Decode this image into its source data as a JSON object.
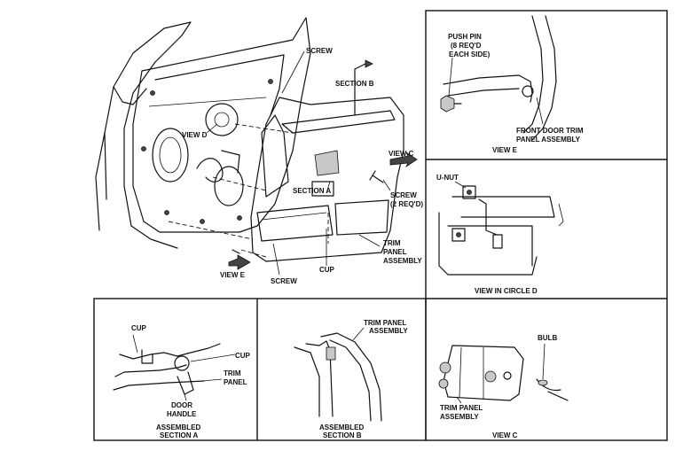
{
  "main_view": {
    "screw_top": "SCREW",
    "section_b": "SECTION B",
    "view_d": "VIEW D",
    "view_c": "VIEW C",
    "section_a": "SECTION A",
    "screw_2_line1": "SCREW",
    "screw_2_line2": "(2 REQ'D)",
    "trim_line1": "TRIM",
    "trim_line2": "PANEL",
    "trim_line3": "ASSEMBLY",
    "cup": "CUP",
    "view_e": "VIEW E",
    "screw_bottom": "SCREW"
  },
  "view_e_panel": {
    "push_pin_line1": "PUSH PIN",
    "push_pin_line2": "(8 REQ'D",
    "push_pin_line3": "EACH SIDE)",
    "front_door_line1": "FRONT DOOR TRIM",
    "front_door_line2": "PANEL ASSEMBLY",
    "caption": "VIEW E"
  },
  "view_circle_d_panel": {
    "u_nut": "U-NUT",
    "caption": "VIEW IN CIRCLE D"
  },
  "section_a_panel": {
    "cup_left": "CUP",
    "cup_right": "CUP",
    "trim_line1": "TRIM",
    "trim_line2": "PANEL",
    "door_line1": "DOOR",
    "door_line2": "HANDLE",
    "caption_line1": "ASSEMBLED",
    "caption_line2": "SECTION A"
  },
  "section_b_panel": {
    "trim_line1": "TRIM PANEL",
    "trim_line2": "ASSEMBLY",
    "caption_line1": "ASSEMBLED",
    "caption_line2": "SECTION B"
  },
  "view_c_panel": {
    "bulb": "BULB",
    "trim_line1": "TRIM PANEL",
    "trim_line2": "ASSEMBLY",
    "caption": "VIEW C"
  }
}
